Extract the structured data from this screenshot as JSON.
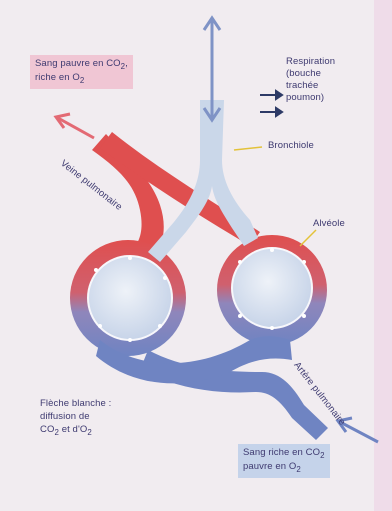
{
  "labels": {
    "poor_co2_line1": "Sang pauvre en CO",
    "poor_co2_sub1": "2",
    "poor_co2_line2": "riche en O",
    "poor_co2_sub2": "2",
    "respiration_title": "Respiration",
    "respiration_line2": "(bouche",
    "respiration_line3": "trachée",
    "respiration_line4": "poumon)",
    "bronchiole": "Bronchiole",
    "alveole": "Alvéole",
    "veine_pulmonaire": "Veine pulmonaire",
    "artere_pulmonaire": "Artère pulmonaire",
    "fleche_blanche_line1": "Flèche blanche :",
    "fleche_blanche_line2": "diffusion de",
    "fleche_blanche_line3a": "CO",
    "fleche_blanche_sub3": "2",
    "fleche_blanche_line3b": " et d'O",
    "fleche_blanche_sub3b": "2",
    "rich_co2_line1": "Sang riche en CO",
    "rich_co2_sub1": "2",
    "rich_co2_line2": "pauvre en O",
    "rich_co2_sub2": "2"
  },
  "colors": {
    "artery_blood": "#df4f4f",
    "vein_blood": "#6f84c2",
    "airway": "#cad7e9",
    "alveolus_fill": "#d7e1ef",
    "label_text": "#3e3a70",
    "arrow_dark": "#2d3a66",
    "leader_line": "#e3c23a",
    "pink_box": "#f0c6d4",
    "blue_box": "#c5d3ea"
  },
  "icons": {
    "flow_out": "red-arrow-out-icon",
    "flow_in": "blue-arrow-in-icon",
    "air": "double-arrow-air-icon"
  }
}
